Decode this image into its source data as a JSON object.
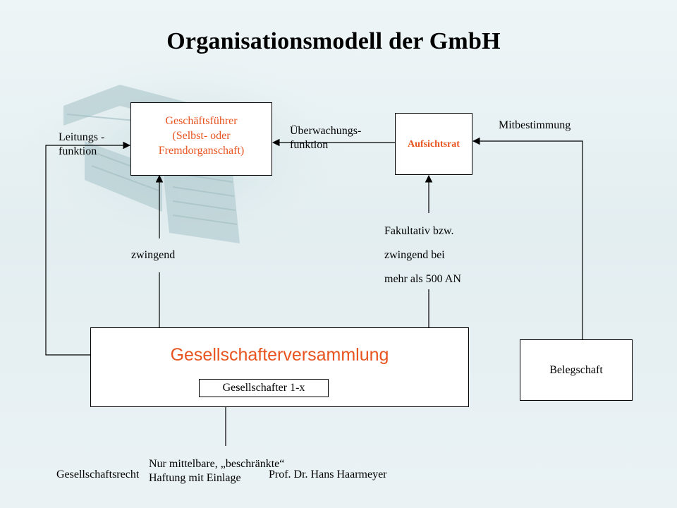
{
  "title": "Organisationsmodell der GmbH",
  "boxes": {
    "geschaeftsfuehrer": [
      "Geschäftsführer",
      "(Selbst- oder",
      "Fremdorganschaft)"
    ],
    "aufsichtsrat": "Aufsichtsrat",
    "gesellschafterversammlung": "Gesellschafterversammlung",
    "gesellschafter": "Gesellschafter 1-x",
    "belegschaft": "Belegschaft"
  },
  "labels": {
    "leitungsfunktion": [
      "Leitungs -",
      "funktion"
    ],
    "ueberwachungsfunktion": [
      "Überwachungs-",
      "funktion"
    ],
    "mitbestimmung": "Mitbestimmung",
    "zwingend": "zwingend",
    "fakultativ": [
      "Fakultativ bzw.",
      "zwingend bei",
      "mehr als 500 AN"
    ],
    "haftung": [
      "Nur mittelbare, „beschränkte“",
      "Haftung mit Einlage"
    ]
  },
  "footer": {
    "left": "Gesellschaftsrecht",
    "right": "Prof. Dr. Hans Haarmeyer"
  },
  "colors": {
    "accent": "#e8541f",
    "line": "#000000"
  }
}
